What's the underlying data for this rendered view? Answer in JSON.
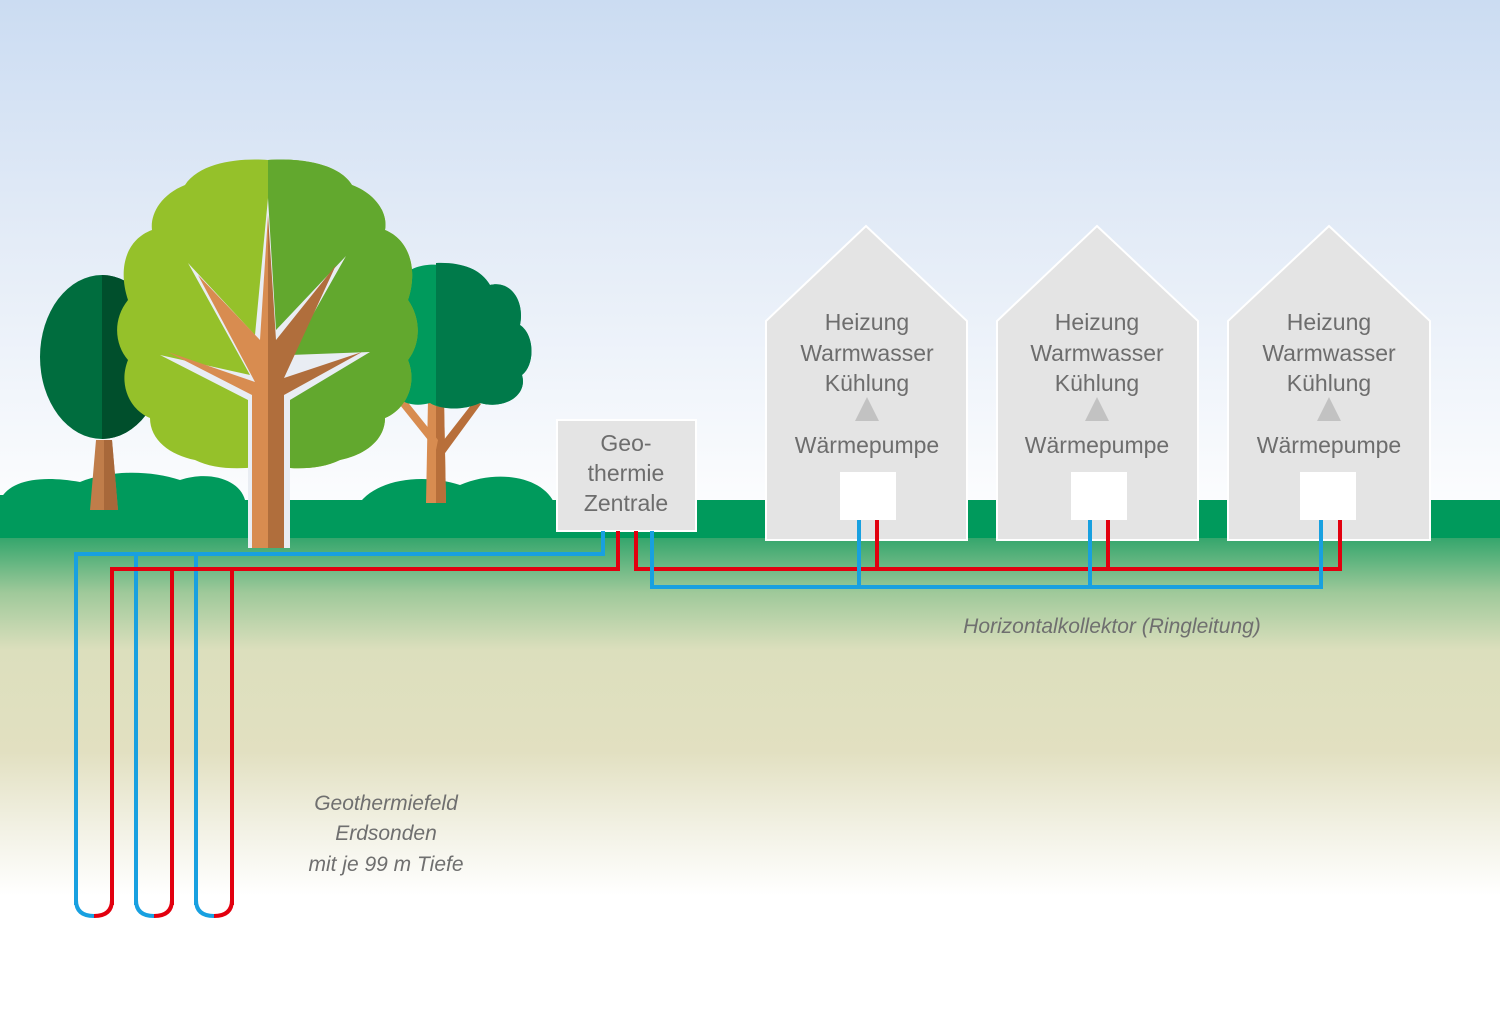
{
  "title": "Geothermie Versorgungsschema",
  "colors": {
    "sky_top": "#cbdcf2",
    "sky_bottom": "#ffffff",
    "grass": "#009a5c",
    "soil": "#e2e0c1",
    "building": "#e4e4e4",
    "pipe_cold": "#18a0e0",
    "pipe_hot": "#e2000f",
    "text": "#6d6d6d"
  },
  "central": {
    "lines": [
      "Geo-",
      "thermie",
      "Zentrale"
    ]
  },
  "houses": [
    {
      "lines": [
        "Heizung",
        "Warmwasser",
        "Kühlung"
      ],
      "pump_label": "Wärmepumpe"
    },
    {
      "lines": [
        "Heizung",
        "Warmwasser",
        "Kühlung"
      ],
      "pump_label": "Wärmepumpe"
    },
    {
      "lines": [
        "Heizung",
        "Warmwasser",
        "Kühlung"
      ],
      "pump_label": "Wärmepumpe"
    }
  ],
  "collector_label": "Horizontalkollektor (Ringleitung)",
  "field_label": {
    "lines": [
      "Geothermiefeld",
      "Erdsonden",
      "mit je 99 m Tiefe"
    ]
  },
  "probe_count": 3,
  "icons": {
    "arrow": "triangle-up-icon",
    "tree": "tree-icon",
    "house": "house-icon"
  }
}
